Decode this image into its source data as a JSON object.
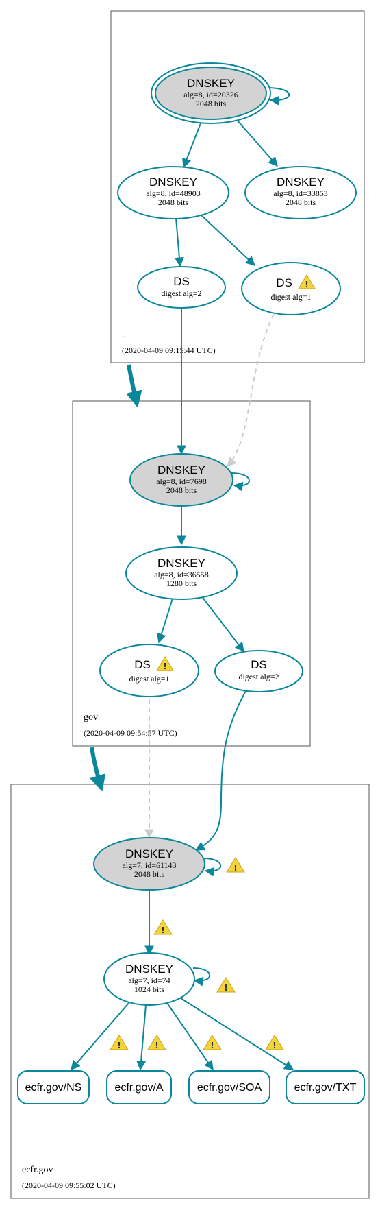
{
  "zones": {
    "root": {
      "name": ".",
      "timestamp": "(2020-04-09 09:15:44 UTC)"
    },
    "gov": {
      "name": "gov",
      "timestamp": "(2020-04-09 09:54:57 UTC)"
    },
    "ecfr": {
      "name": "ecfr.gov",
      "timestamp": "(2020-04-09 09:55:02 UTC)"
    }
  },
  "nodes": {
    "root_ksk": {
      "type": "DNSKEY",
      "detail": "alg=8, id=20326",
      "size": "2048 bits"
    },
    "root_zsk1": {
      "type": "DNSKEY",
      "detail": "alg=8, id=48903",
      "size": "2048 bits"
    },
    "root_zsk2": {
      "type": "DNSKEY",
      "detail": "alg=8, id=33853",
      "size": "2048 bits"
    },
    "root_ds2": {
      "type": "DS",
      "detail": "digest alg=2"
    },
    "root_ds1": {
      "type": "DS",
      "detail": "digest alg=1"
    },
    "gov_ksk": {
      "type": "DNSKEY",
      "detail": "alg=8, id=7698",
      "size": "2048 bits"
    },
    "gov_zsk": {
      "type": "DNSKEY",
      "detail": "alg=8, id=36558",
      "size": "1280 bits"
    },
    "gov_ds1": {
      "type": "DS",
      "detail": "digest alg=1"
    },
    "gov_ds2": {
      "type": "DS",
      "detail": "digest alg=2"
    },
    "ecfr_ksk": {
      "type": "DNSKEY",
      "detail": "alg=7, id=61143",
      "size": "2048 bits"
    },
    "ecfr_zsk": {
      "type": "DNSKEY",
      "detail": "alg=7, id=74",
      "size": "1024 bits"
    }
  },
  "rrsets": {
    "ns": "ecfr.gov/NS",
    "a": "ecfr.gov/A",
    "soa": "ecfr.gov/SOA",
    "txt": "ecfr.gov/TXT"
  },
  "warning_mark": "!",
  "colors": {
    "edge": "#0a879a",
    "insecure": "#cccccc",
    "ksk_fill": "#d3d3d3",
    "warning": "#f5d33a"
  }
}
